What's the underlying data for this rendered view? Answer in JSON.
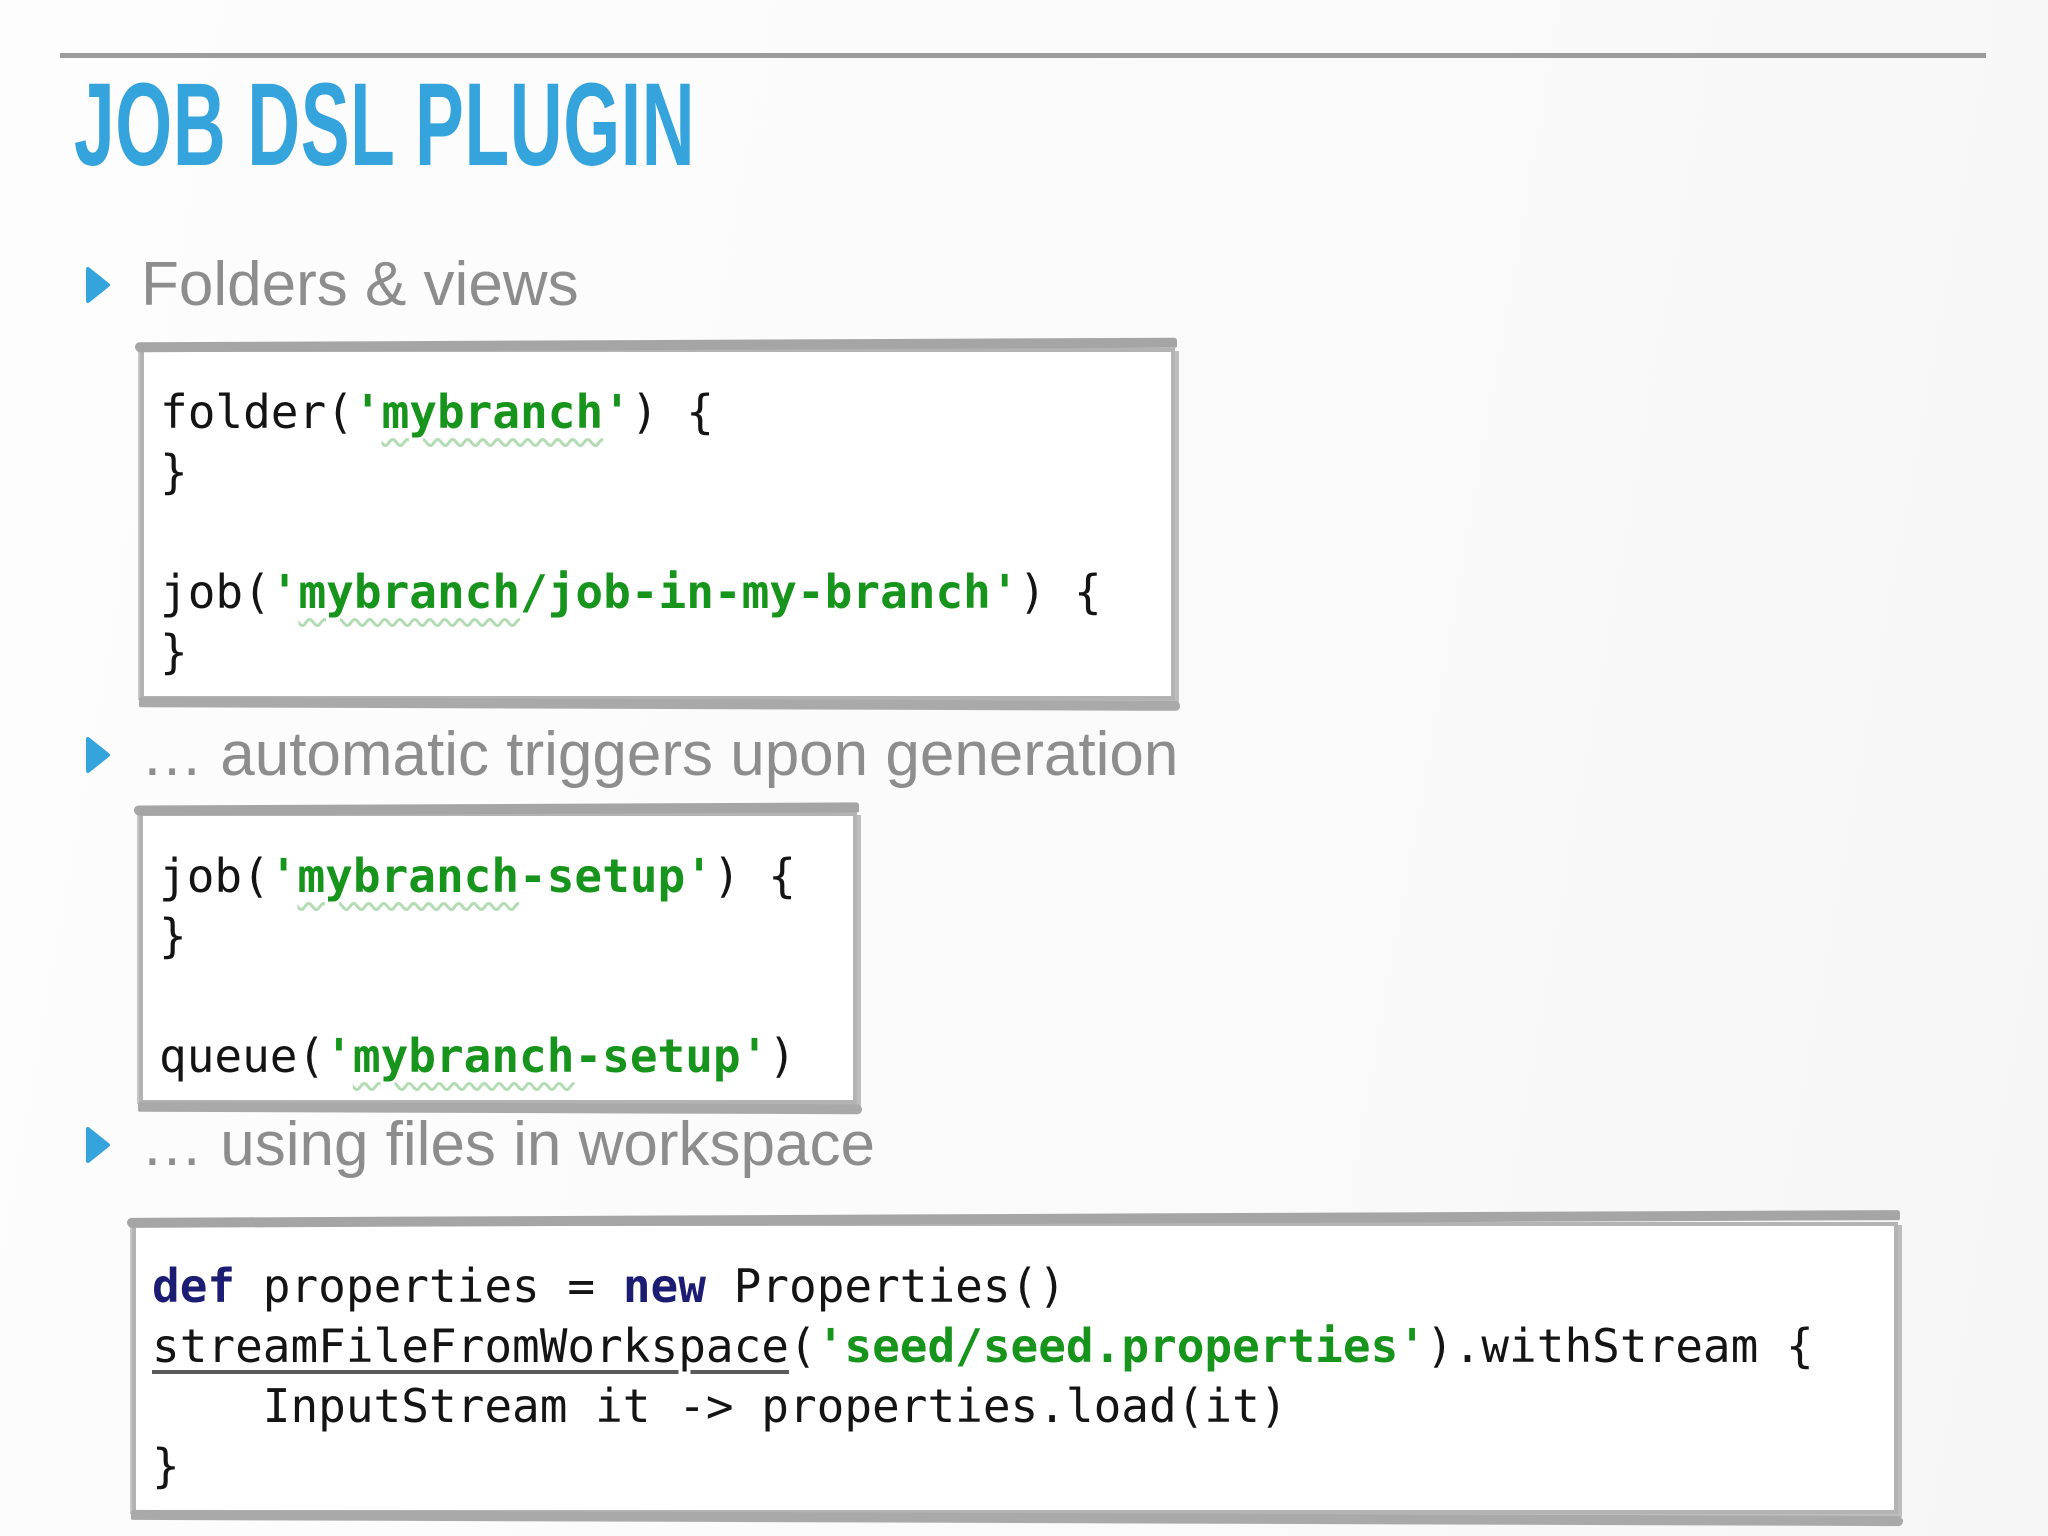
{
  "slide": {
    "title": "JOB DSL PLUGIN",
    "colors": {
      "accent_blue": "#35a3dc",
      "bullet_gray": "#8d8d8d",
      "string_green": "#17941c",
      "keyword_navy": "#1c1c72",
      "code_ink": "#141414",
      "border_gray": "#aaaaaa"
    },
    "bullets": [
      {
        "label": "Folders & views"
      },
      {
        "label": "… automatic triggers upon generation"
      },
      {
        "label": "… using files in workspace"
      }
    ],
    "code_blocks": [
      {
        "name": "folders-and-views-example",
        "lines": [
          {
            "tokens": [
              {
                "style": "plain",
                "text": "folder("
              },
              {
                "style": "string",
                "text": "'"
              },
              {
                "style": "string-squiggle",
                "text": "mybranch"
              },
              {
                "style": "string",
                "text": "'"
              },
              {
                "style": "plain",
                "text": ") {"
              }
            ]
          },
          {
            "tokens": [
              {
                "style": "plain",
                "text": "}"
              }
            ]
          },
          {
            "tokens": []
          },
          {
            "tokens": [
              {
                "style": "plain",
                "text": "job("
              },
              {
                "style": "string",
                "text": "'"
              },
              {
                "style": "string-squiggle",
                "text": "mybranch"
              },
              {
                "style": "string",
                "text": "/job-in-my-branch"
              },
              {
                "style": "string",
                "text": "'"
              },
              {
                "style": "plain",
                "text": ") {"
              }
            ]
          },
          {
            "tokens": [
              {
                "style": "plain",
                "text": "}"
              }
            ]
          }
        ]
      },
      {
        "name": "automatic-triggers-example",
        "lines": [
          {
            "tokens": [
              {
                "style": "plain",
                "text": "job("
              },
              {
                "style": "string",
                "text": "'"
              },
              {
                "style": "string-squiggle",
                "text": "mybranch"
              },
              {
                "style": "string",
                "text": "-setup"
              },
              {
                "style": "string",
                "text": "'"
              },
              {
                "style": "plain",
                "text": ") {"
              }
            ]
          },
          {
            "tokens": [
              {
                "style": "plain",
                "text": "}"
              }
            ]
          },
          {
            "tokens": []
          },
          {
            "tokens": [
              {
                "style": "plain",
                "text": "queue("
              },
              {
                "style": "string",
                "text": "'"
              },
              {
                "style": "string-squiggle",
                "text": "mybranch"
              },
              {
                "style": "string",
                "text": "-setup"
              },
              {
                "style": "string",
                "text": "'"
              },
              {
                "style": "plain",
                "text": ")"
              }
            ]
          }
        ]
      },
      {
        "name": "files-in-workspace-example",
        "lines": [
          {
            "tokens": [
              {
                "style": "keyword",
                "text": "def"
              },
              {
                "style": "plain",
                "text": " properties = "
              },
              {
                "style": "keyword",
                "text": "new"
              },
              {
                "style": "plain",
                "text": " Properties()"
              }
            ]
          },
          {
            "tokens": [
              {
                "style": "underline",
                "text": "streamFileFromWorkspace"
              },
              {
                "style": "plain",
                "text": "("
              },
              {
                "style": "string",
                "text": "'seed/seed.properties'"
              },
              {
                "style": "plain",
                "text": ").withStream {"
              }
            ]
          },
          {
            "tokens": [
              {
                "style": "plain",
                "text": "    InputStream it -> properties.load(it)"
              }
            ]
          },
          {
            "tokens": [
              {
                "style": "plain",
                "text": "}"
              }
            ]
          }
        ]
      }
    ]
  }
}
